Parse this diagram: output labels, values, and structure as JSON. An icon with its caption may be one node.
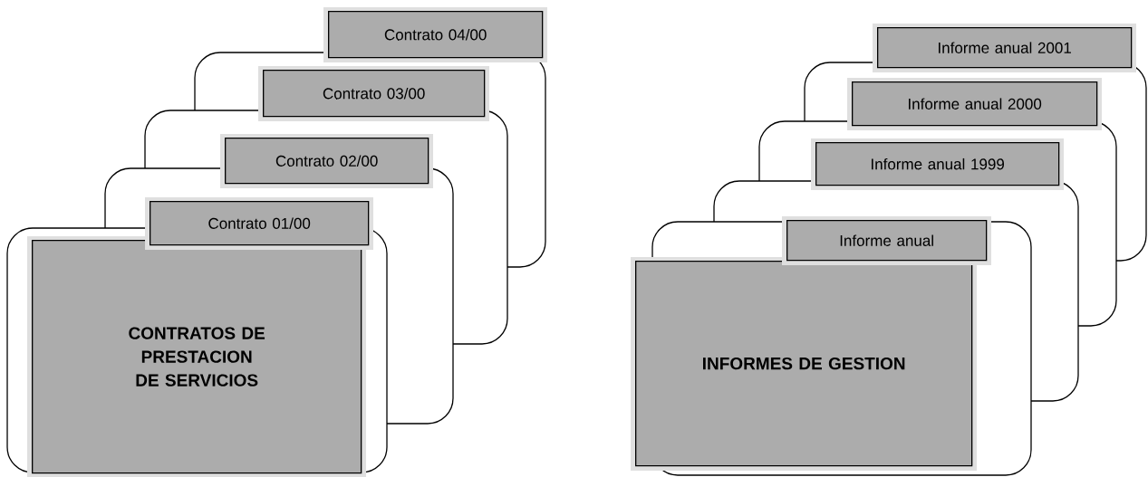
{
  "diagram": {
    "nodes": [
      {
        "text": [
          "Contrato 04/00"
        ]
      },
      {
        "text": [
          "Contrato 03/00"
        ]
      },
      {
        "text": [
          "Contrato 02/00"
        ]
      },
      {
        "text": [
          "Contrato 01/00"
        ]
      },
      {
        "text": [
          "CONTRATOS DE PRESTACION DE SERVICIOS"
        ]
      },
      {
        "text": [
          "Informe anual 2001"
        ]
      },
      {
        "text": [
          "Informe anual 2000"
        ]
      },
      {
        "text": [
          "Informe anual 1999"
        ]
      },
      {
        "text": [
          "Informe anual"
        ]
      },
      {
        "text": [
          "INFORMES DE GESTION"
        ]
      }
    ]
  }
}
